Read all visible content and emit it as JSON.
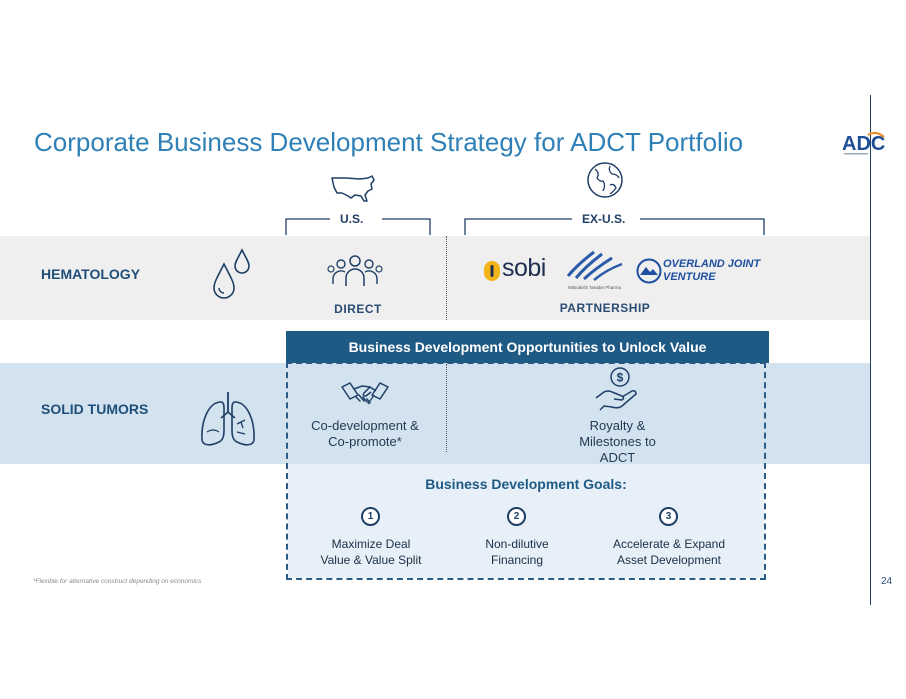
{
  "slide": {
    "title": "Corporate Business Development Strategy for ADCT Portfolio",
    "page_number": "24",
    "logo_text": "ADC"
  },
  "brackets": {
    "us": "U.S.",
    "ex_us": "EX-U.S."
  },
  "rows": {
    "hematology": "HEMATOLOGY",
    "solid_tumors": "SOLID TUMORS"
  },
  "hematology": {
    "direct_label": "DIRECT",
    "partnership_label": "PARTNERSHIP",
    "partners": {
      "sobi": "sobi",
      "mitsubishi_caption": "Mitsubishi Tanabe Pharma",
      "overland_line1": "OVERLAND JOINT",
      "overland_line2": "VENTURE"
    }
  },
  "bd": {
    "header": "Business Development Opportunities to Unlock Value",
    "codev_line1": "Co-development &",
    "codev_line2": "Co-promote*",
    "royalty_line1": "Royalty &",
    "royalty_line2": "Milestones to",
    "royalty_line3": "ADCT"
  },
  "goals": {
    "title": "Business Development Goals:",
    "items": [
      {
        "num": "1",
        "line1": "Maximize Deal",
        "line2": "Value & Value Split"
      },
      {
        "num": "2",
        "line1": "Non-dilutive",
        "line2": "Financing"
      },
      {
        "num": "3",
        "line1": "Accelerate & Expand",
        "line2": "Asset Development"
      }
    ]
  },
  "footnote": "*Flexible for alternative construct depending on economics",
  "colors": {
    "title": "#2f80b7",
    "navy": "#1f5a85",
    "heme_band": "#efefef",
    "solid_band": "#d2e2ef",
    "goals_fill": "#e7f0f8"
  },
  "icons": [
    "usa-map-icon",
    "globe-icon",
    "droplets-icon",
    "people-group-icon",
    "sobi-logo-icon",
    "mitsubishi-tanabe-logo-icon",
    "overland-logo-icon",
    "lungs-icon",
    "handshake-icon",
    "dollar-hand-icon"
  ]
}
